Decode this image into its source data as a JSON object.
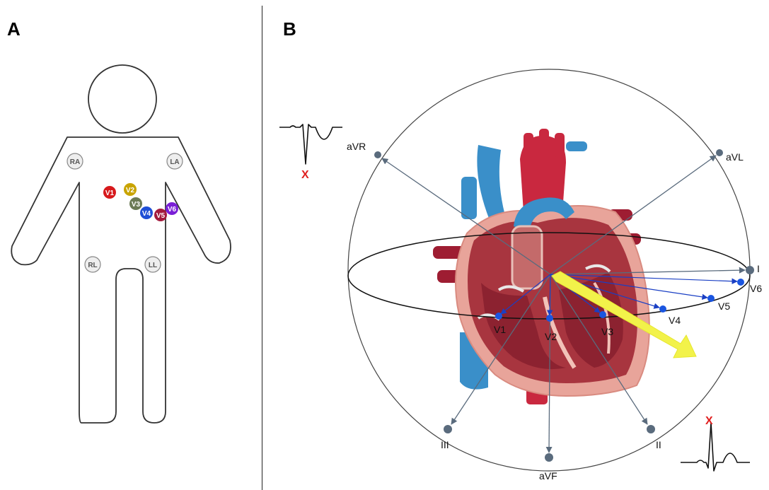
{
  "panels": {
    "a": "A",
    "b": "B"
  },
  "body_electrodes": {
    "limb": [
      "RA",
      "LA",
      "RL",
      "LL"
    ],
    "chest": [
      {
        "label": "V1",
        "color": "#d7191c"
      },
      {
        "label": "V2",
        "color": "#c9a400"
      },
      {
        "label": "V3",
        "color": "#6b7a55"
      },
      {
        "label": "V4",
        "color": "#1f4fd6"
      },
      {
        "label": "V5",
        "color": "#a31b3d"
      },
      {
        "label": "V6",
        "color": "#7a1fd6"
      }
    ]
  },
  "leads": {
    "frontal": [
      "aVR",
      "aVL",
      "I",
      "II",
      "III",
      "aVF"
    ],
    "precordial": [
      "V1",
      "V2",
      "V3",
      "V4",
      "V5",
      "V6"
    ]
  },
  "markers": {
    "negative": "X",
    "positive": "X"
  },
  "colors": {
    "frontal_axis": "#5a6b7d",
    "precordial_axis": "#1a3fc4",
    "precordial_dot": "#1a55e0",
    "mean_vector": "#f2f24a",
    "marker": "#e02020"
  }
}
